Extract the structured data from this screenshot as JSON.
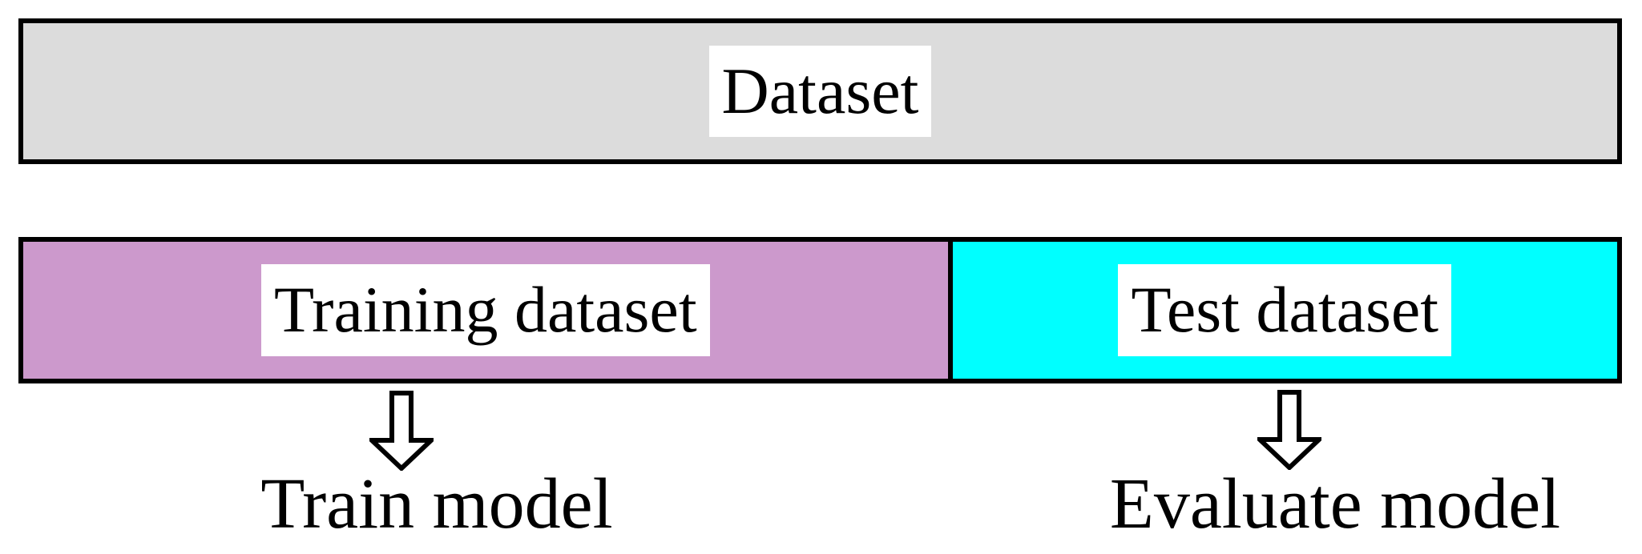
{
  "diagram": {
    "dataset_label": "Dataset",
    "training_label": "Training dataset",
    "test_label": "Test dataset",
    "train_action": "Train model",
    "evaluate_action": "Evaluate model"
  },
  "icons": {
    "down_arrow": "hollow down arrow (⇩) outline, white fill, black stroke"
  },
  "layout_facts": {
    "training_share": "≈58% of split bar",
    "test_share": "≈42% of split bar"
  },
  "colors": {
    "dataset_fill": "#dcdcdc",
    "training_fill": "#cc99cc",
    "test_fill": "#00ffff",
    "outline": "#000000",
    "label_background": "#ffffff",
    "text_color": "#000000",
    "page_background": "#ffffff"
  }
}
